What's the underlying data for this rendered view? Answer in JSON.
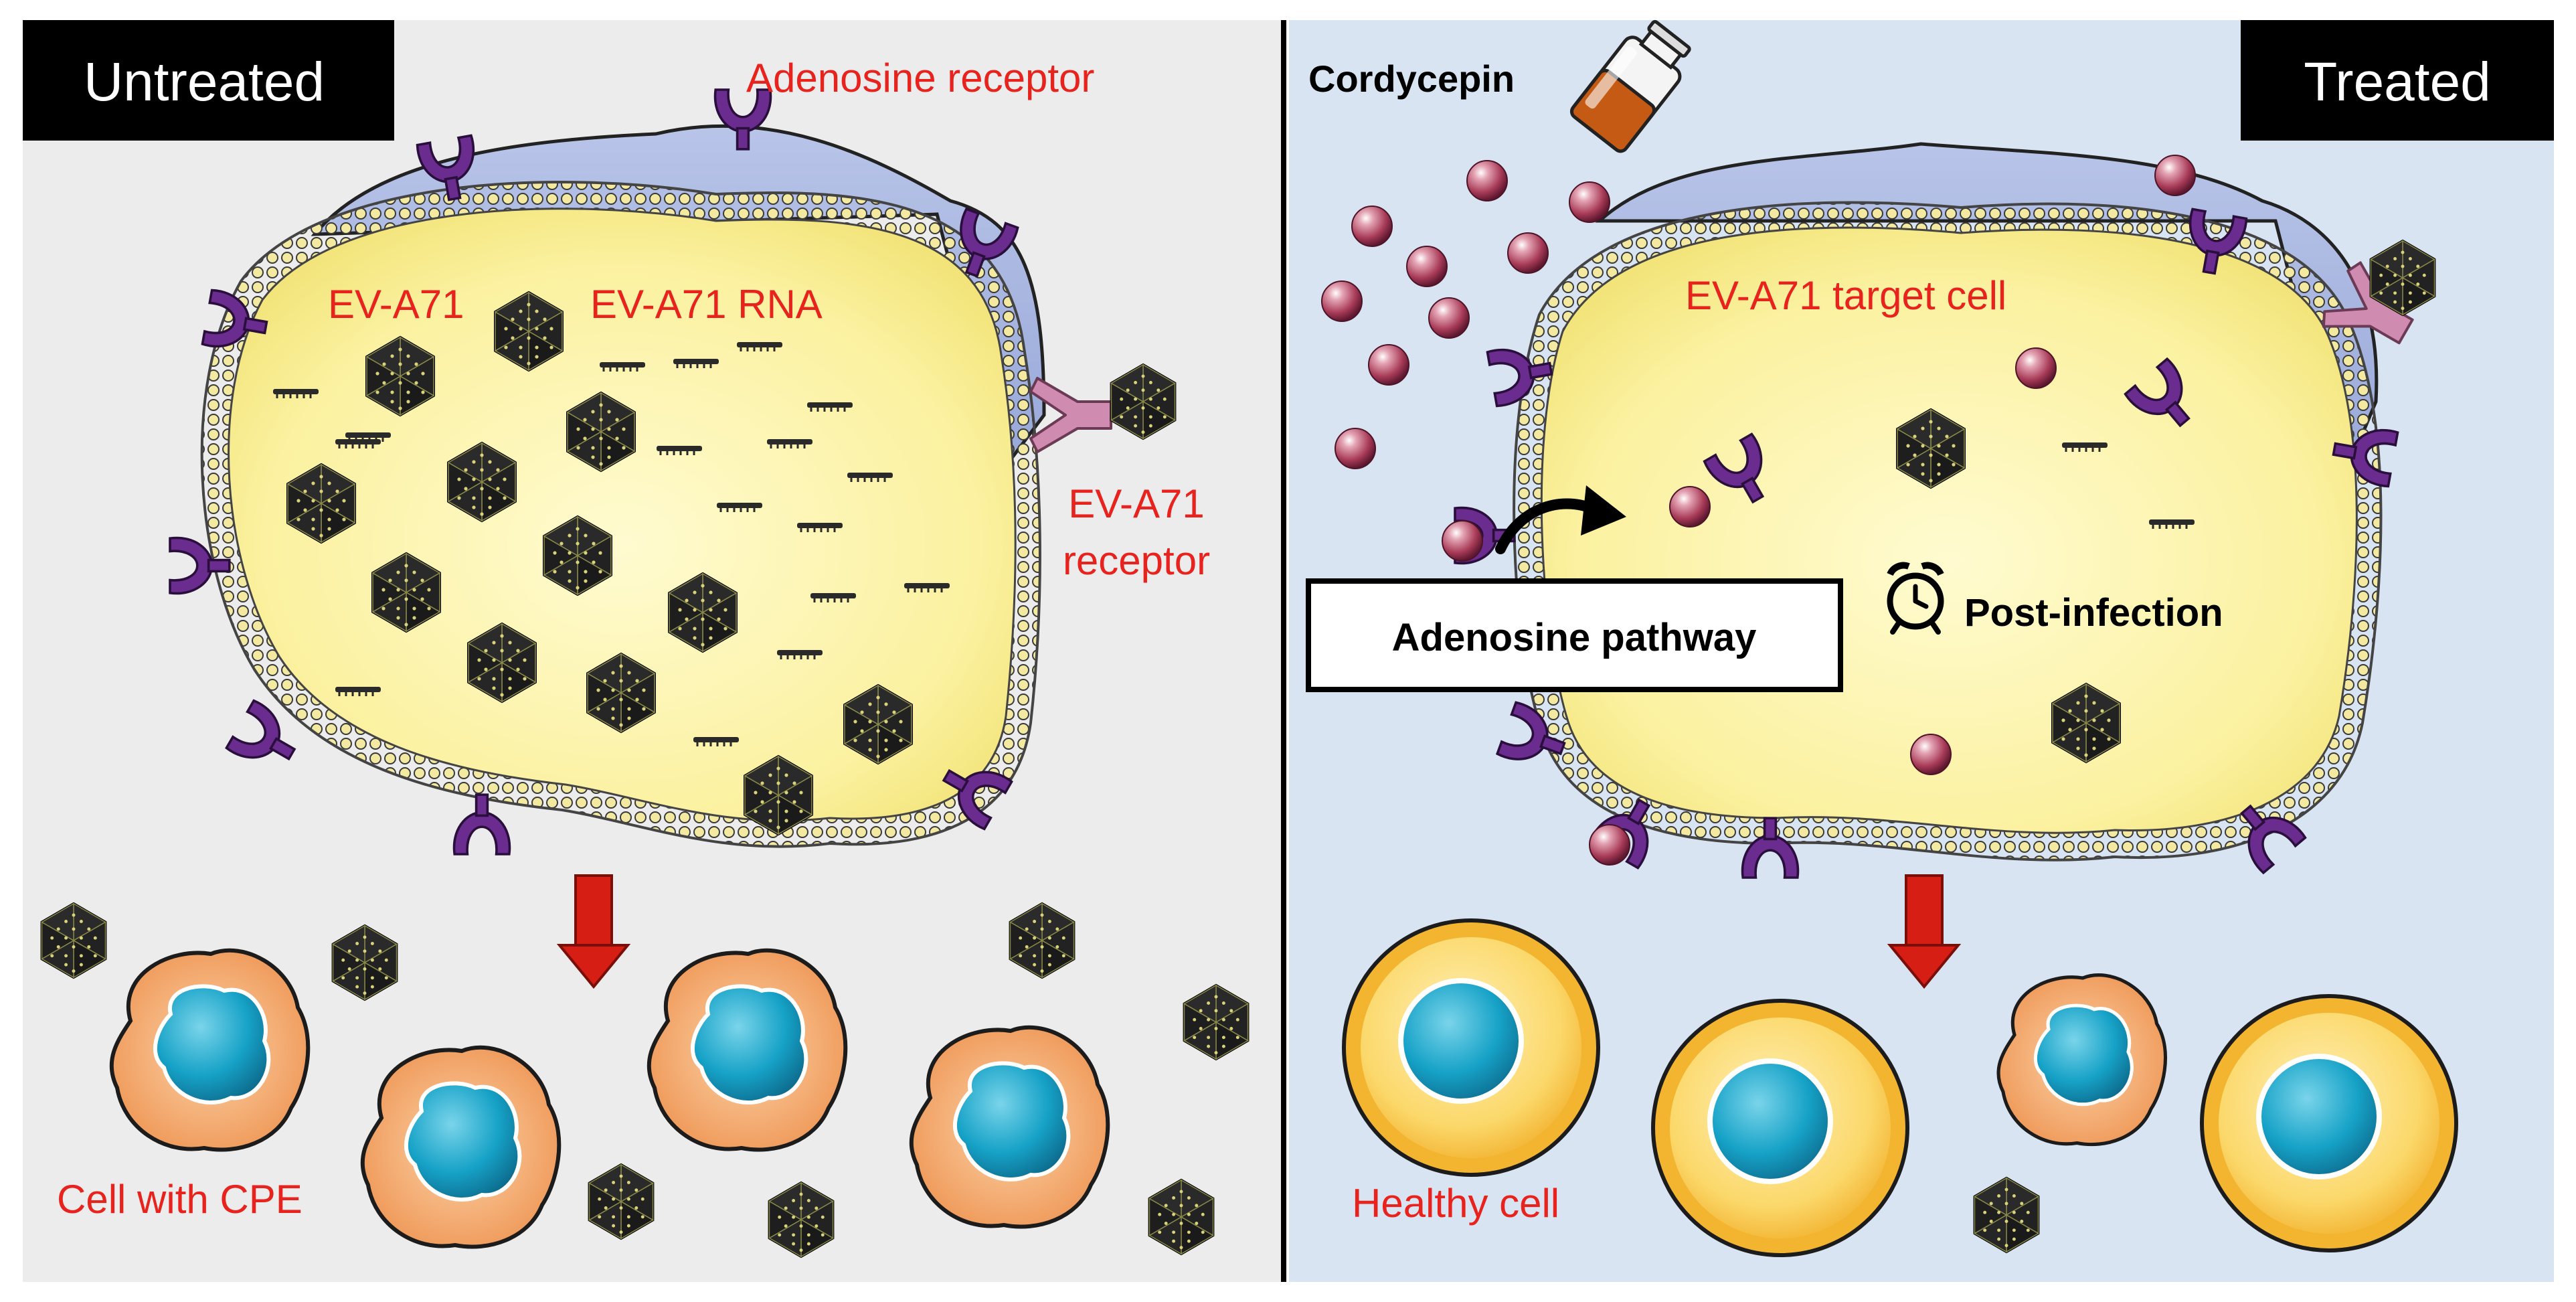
{
  "panels": {
    "left": {
      "tag": "Untreated",
      "labels": {
        "adenosine_receptor": "Adenosine receptor",
        "ev_a71": "EV-A71",
        "ev_a71_rna": "EV-A71 RNA",
        "ev_a71_receptor_line1": "EV-A71",
        "ev_a71_receptor_line2": "receptor",
        "cell_with_cpe": "Cell with CPE"
      }
    },
    "right": {
      "tag": "Treated",
      "labels": {
        "cordycepin": "Cordycepin",
        "target_cell": "EV-A71 target cell",
        "adenosine_pathway": "Adenosine pathway",
        "post_infection": "Post-infection",
        "healthy_cell": "Healthy cell"
      }
    }
  },
  "colors": {
    "left_background": "#ececec",
    "right_background": "#d8e4f2",
    "label_red": "#e8221c",
    "cytoplasm": "#fbf4a6",
    "membrane_top": "#a9b8e0",
    "receptor_purple": "#6a2c8e",
    "ev_receptor_pink": "#d08bb0",
    "cordycepin_sphere": "#b04a63",
    "cpe_cell_orange": "#f0a062",
    "healthy_cell_yellow": "#f7c247",
    "nucleus_blue": "#15a3c8",
    "arrow_red": "#d61e14",
    "virus_black": "#1a1a1a"
  },
  "icons": [
    "virus-icon",
    "rna-icon",
    "adenosine-receptor-icon",
    "ev-a71-receptor-icon",
    "cordycepin-vial-icon",
    "cordycepin-molecule-icon",
    "alarm-clock-icon",
    "down-arrow-icon",
    "curved-arrow-icon"
  ]
}
